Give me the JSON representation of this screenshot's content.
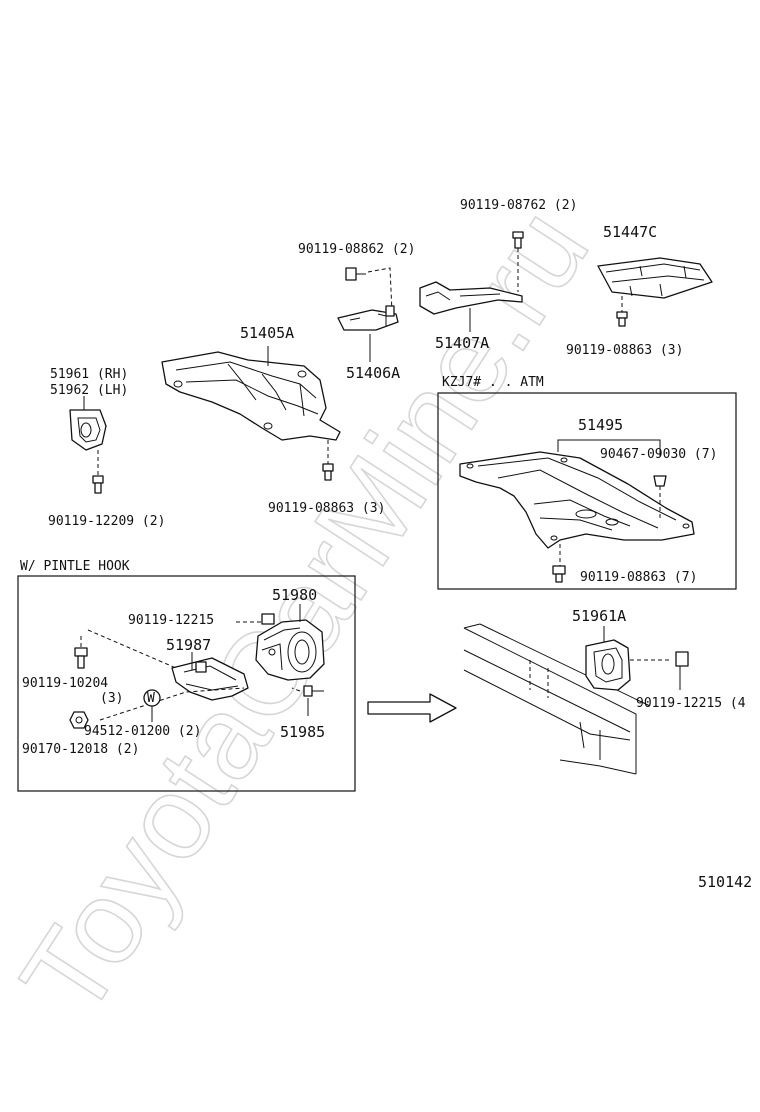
{
  "watermark": "ToyotaCarMine.ru",
  "figure_id": "510142",
  "boxes": {
    "kzj7": {
      "title": "KZJ7# . . ATM"
    },
    "pintle": {
      "title": "W/ PINTLE  HOOK"
    }
  },
  "labels": {
    "p90119_08762": "90119-08762 (2)",
    "p51447c": "51447C",
    "p90119_08862": "90119-08862 (2)",
    "p51405a": "51405A",
    "p51406a": "51406A",
    "p51407a": "51407A",
    "p90119_08863_top": "90119-08863 (3)",
    "p51961": "51961 (RH)",
    "p51962": "51962 (LH)",
    "p90119_12209": "90119-12209 (2)",
    "p90119_08863_mid": "90119-08863 (3)",
    "p51495": "51495",
    "p90467_09030": "90467-09030 (7)",
    "p90119_08863_box": "90119-08863 (7)",
    "p51980": "51980",
    "p90119_12215_in": "90119-12215",
    "p51987": "51987",
    "p90119_10204": "90119-10204",
    "p90119_10204_qty": "(3)",
    "p94512_01200": "94512-01200 (2)",
    "p51985": "51985",
    "p90170_12018": "90170-12018 (2)",
    "p51961a": "51961A",
    "p90119_12215_out": "90119-12215 (4"
  },
  "w_marker": "W"
}
